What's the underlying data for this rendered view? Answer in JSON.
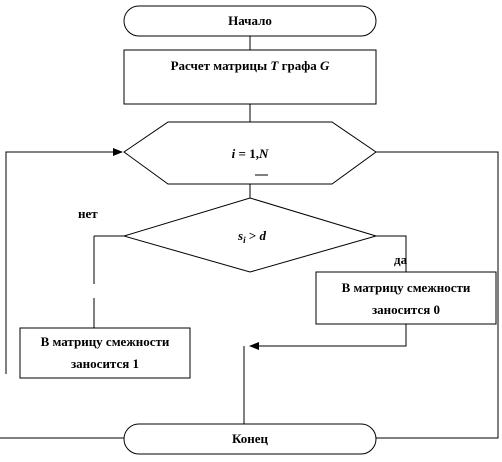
{
  "flowchart": {
    "start": {
      "text": "Начало"
    },
    "process_matrix": {
      "text_prefix": "Расчет матрицы ",
      "var_T": "T",
      "text_mid": " графа ",
      "var_G": "G"
    },
    "loop": {
      "var_i": "i",
      "text_eq": " = 1,",
      "var_N": "N"
    },
    "condition": {
      "var_s": "s",
      "sub_i": "i",
      "text_gt": " > ",
      "var_d": "d"
    },
    "branch_no": "нет",
    "branch_yes": "да",
    "write_one": {
      "line1": "В матрицу смежности",
      "line2": "заносится 1"
    },
    "write_zero": {
      "line1": "В матрицу смежности",
      "line2": "заносится 0"
    },
    "end": {
      "text": "Конец"
    }
  }
}
